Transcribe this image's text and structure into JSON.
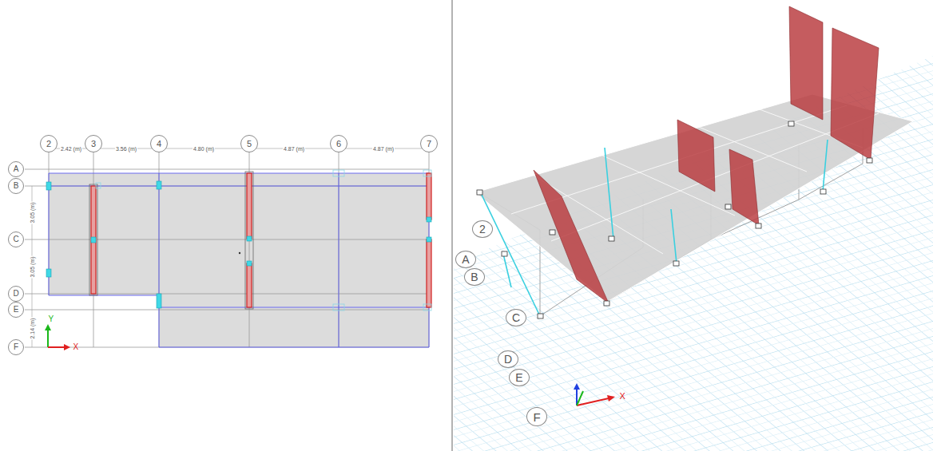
{
  "diagram": {
    "nodes": [
      {
        "text": [
          "2"
        ]
      },
      {
        "text": [
          "3"
        ]
      },
      {
        "text": [
          "4"
        ]
      },
      {
        "text": [
          "5"
        ]
      },
      {
        "text": [
          "6"
        ]
      },
      {
        "text": [
          "7"
        ]
      },
      {
        "text": [
          "A"
        ]
      },
      {
        "text": [
          "B"
        ]
      },
      {
        "text": [
          "C"
        ]
      },
      {
        "text": [
          "D"
        ]
      },
      {
        "text": [
          "E"
        ]
      },
      {
        "text": [
          "F"
        ]
      },
      {
        "text": [
          "2"
        ]
      },
      {
        "text": [
          "A"
        ]
      },
      {
        "text": [
          "B"
        ]
      },
      {
        "text": [
          "C"
        ]
      },
      {
        "text": [
          "D"
        ]
      },
      {
        "text": [
          "E"
        ]
      },
      {
        "text": [
          "F"
        ]
      }
    ],
    "labels": [
      "2.42 (m)",
      "3.56 (m)",
      "4.80 (m)",
      "4.87 (m)",
      "4.87 (m)",
      "3.05 (m)",
      "3.05 (m)",
      "2.14 (m)",
      "Y",
      "X",
      "X"
    ]
  }
}
